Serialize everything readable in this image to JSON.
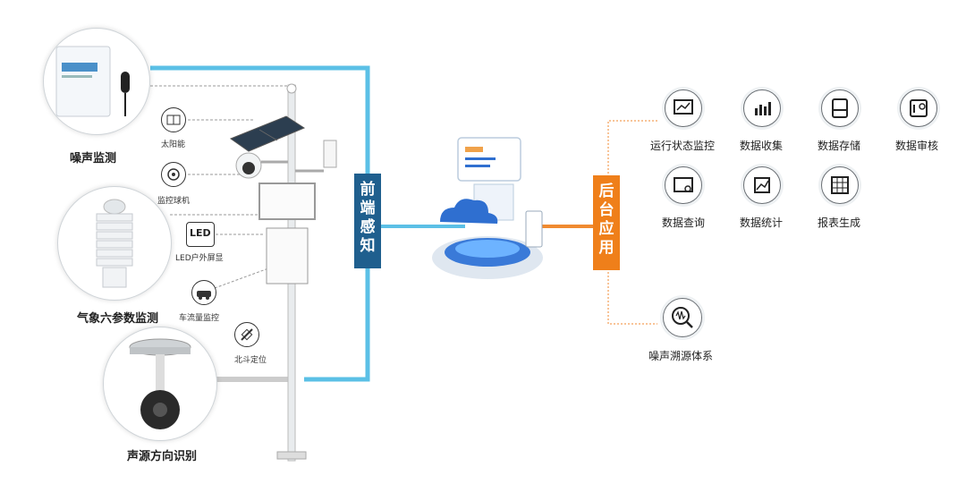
{
  "left_products": {
    "noise": "噪声监测",
    "weather": "气象六参数监测",
    "sound_direction": "声源方向识别"
  },
  "features": {
    "solar": "太阳能",
    "camera": "监控球机",
    "led_icon_text": "LED",
    "led": "LED户外屏显",
    "traffic": "车流量监控",
    "beidou": "北斗定位"
  },
  "front_label": "前端感知",
  "back_label": "后台应用",
  "apps": [
    "运行状态监控",
    "数据收集",
    "数据存储",
    "数据审核",
    "数据查询",
    "数据统计",
    "报表生成"
  ],
  "trace": "噪声溯源体系",
  "colors": {
    "blue_frame": "#5bc0e6",
    "front_box": "#1f5f8e",
    "back_box": "#ef7f1a",
    "orange_line": "#f08a30"
  }
}
